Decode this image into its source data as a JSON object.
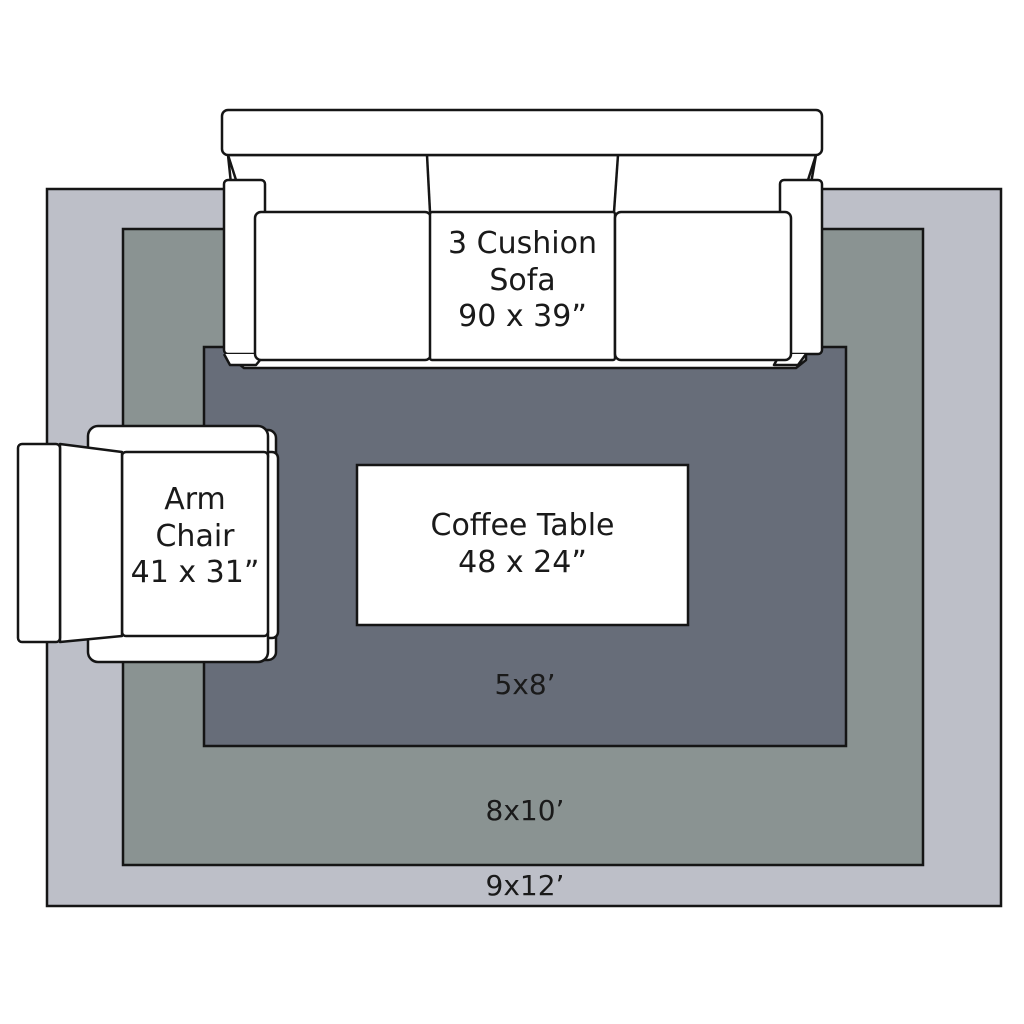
{
  "diagram": {
    "type": "rug-size-layout",
    "colors": {
      "rug_9x12": "#bdbfc8",
      "rug_8x10": "#8a9392",
      "rug_5x8": "#676d79",
      "furniture": "#ffffff",
      "stroke": "#151515",
      "text": "#1a1a1a"
    },
    "rugs": [
      {
        "id": "rug-9x12",
        "label": "9x12’"
      },
      {
        "id": "rug-8x10",
        "label": "8x10’"
      },
      {
        "id": "rug-5x8",
        "label": "5x8’"
      }
    ],
    "furniture": {
      "sofa": {
        "line1": "3 Cushion",
        "line2": "Sofa",
        "line3": "90 x 39”"
      },
      "arm_chair": {
        "line1": "Arm",
        "line2": "Chair",
        "line3": "41 x 31”"
      },
      "coffee_table": {
        "line1": "Coffee Table",
        "line2": "48 x 24”"
      }
    }
  }
}
